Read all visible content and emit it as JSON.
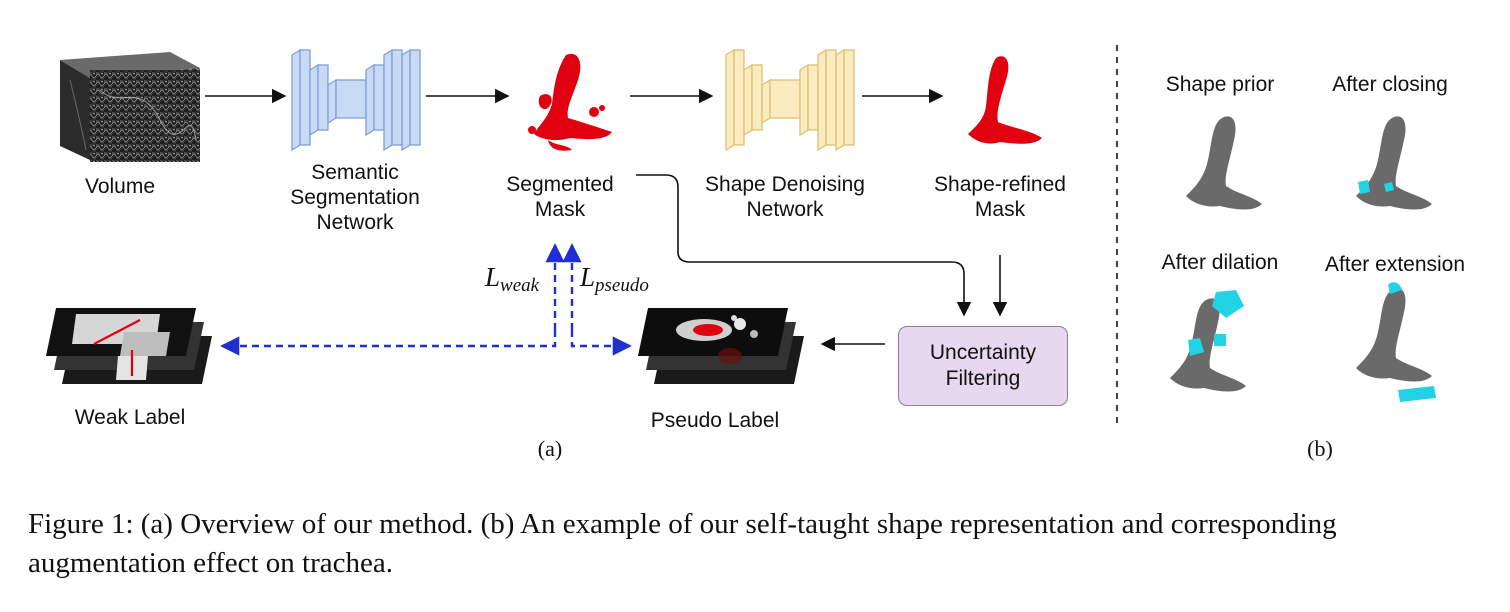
{
  "panel_a": {
    "volume": "Volume",
    "seg_network": [
      "Semantic",
      "Segmentation",
      "Network"
    ],
    "seg_mask": [
      "Segmented",
      "Mask"
    ],
    "denoise_network": [
      "Shape Denoising",
      "Network"
    ],
    "refined_mask": [
      "Shape-refined",
      "Mask"
    ],
    "uncertainty": [
      "Uncertainty",
      "Filtering"
    ],
    "weak_label": "Weak Label",
    "pseudo_label": "Pseudo Label",
    "loss_weak": {
      "main": "L",
      "sub": "weak"
    },
    "loss_pseudo": {
      "main": "L",
      "sub": "pseudo"
    },
    "tag": "(a)"
  },
  "panel_b": {
    "shape_prior": "Shape prior",
    "after_closing": "After closing",
    "after_dilation": "After dilation",
    "after_extension": "After extension",
    "tag": "(b)"
  },
  "caption": "Figure 1: (a) Overview of our method. (b) An example of our self-taught shape representation and corresponding augmentation effect on trachea.",
  "colors": {
    "seg_network": "#c9daf5",
    "denoise_network": "#fbecc0",
    "mask": "#e0000f",
    "uncertainty": "#e6d8ef",
    "dashed_arrow": "#1f2fd0",
    "trachea": "#6a6a6a",
    "augment": "#22d3e6"
  }
}
